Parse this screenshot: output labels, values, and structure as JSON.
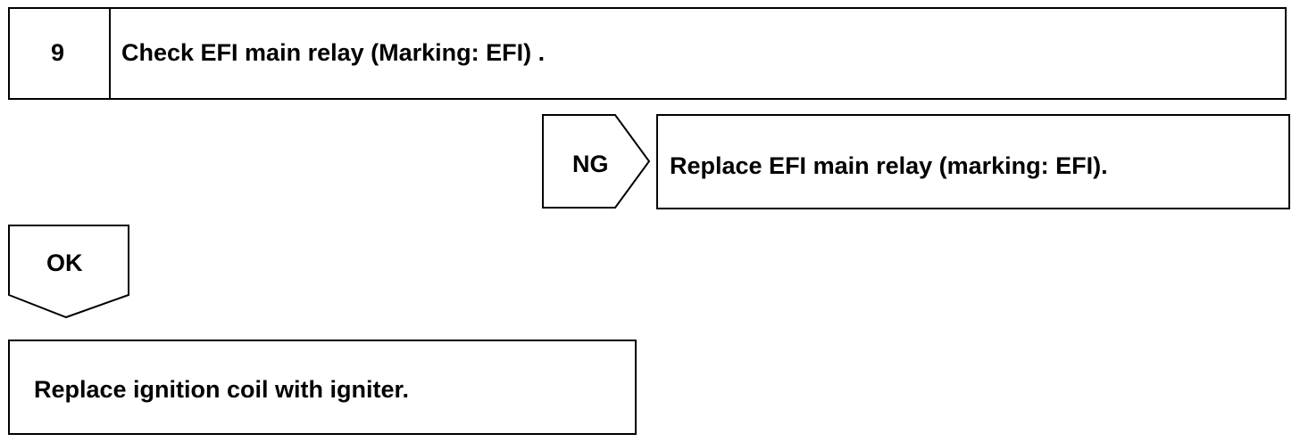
{
  "step": {
    "number": "9",
    "title": "Check EFI main relay (Marking: EFI) ."
  },
  "ng_branch": {
    "label": "NG",
    "action": "Replace EFI main relay (marking: EFI)."
  },
  "ok_branch": {
    "label": "OK",
    "action": "Replace ignition coil with igniter."
  }
}
